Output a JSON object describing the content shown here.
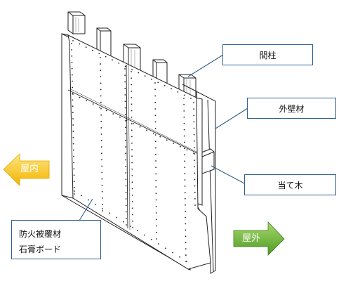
{
  "labels": {
    "mabashira": "間柱",
    "gaiheki": "外壁材",
    "ategi": "当て木",
    "board_line1": "防火被覆材",
    "board_line2": "石膏ボード"
  },
  "arrows": {
    "indoor": {
      "label": "屋内",
      "direction": "left",
      "fill_top": "#ffe680",
      "fill_bottom": "#f2b400"
    },
    "outdoor": {
      "label": "屋外",
      "direction": "right",
      "fill_top": "#a6d96a",
      "fill_bottom": "#4e9a26"
    }
  },
  "colors": {
    "callout_border": "#2f5f8f",
    "leader_line": "#2f5f8f",
    "drawing_stroke": "#222222"
  }
}
